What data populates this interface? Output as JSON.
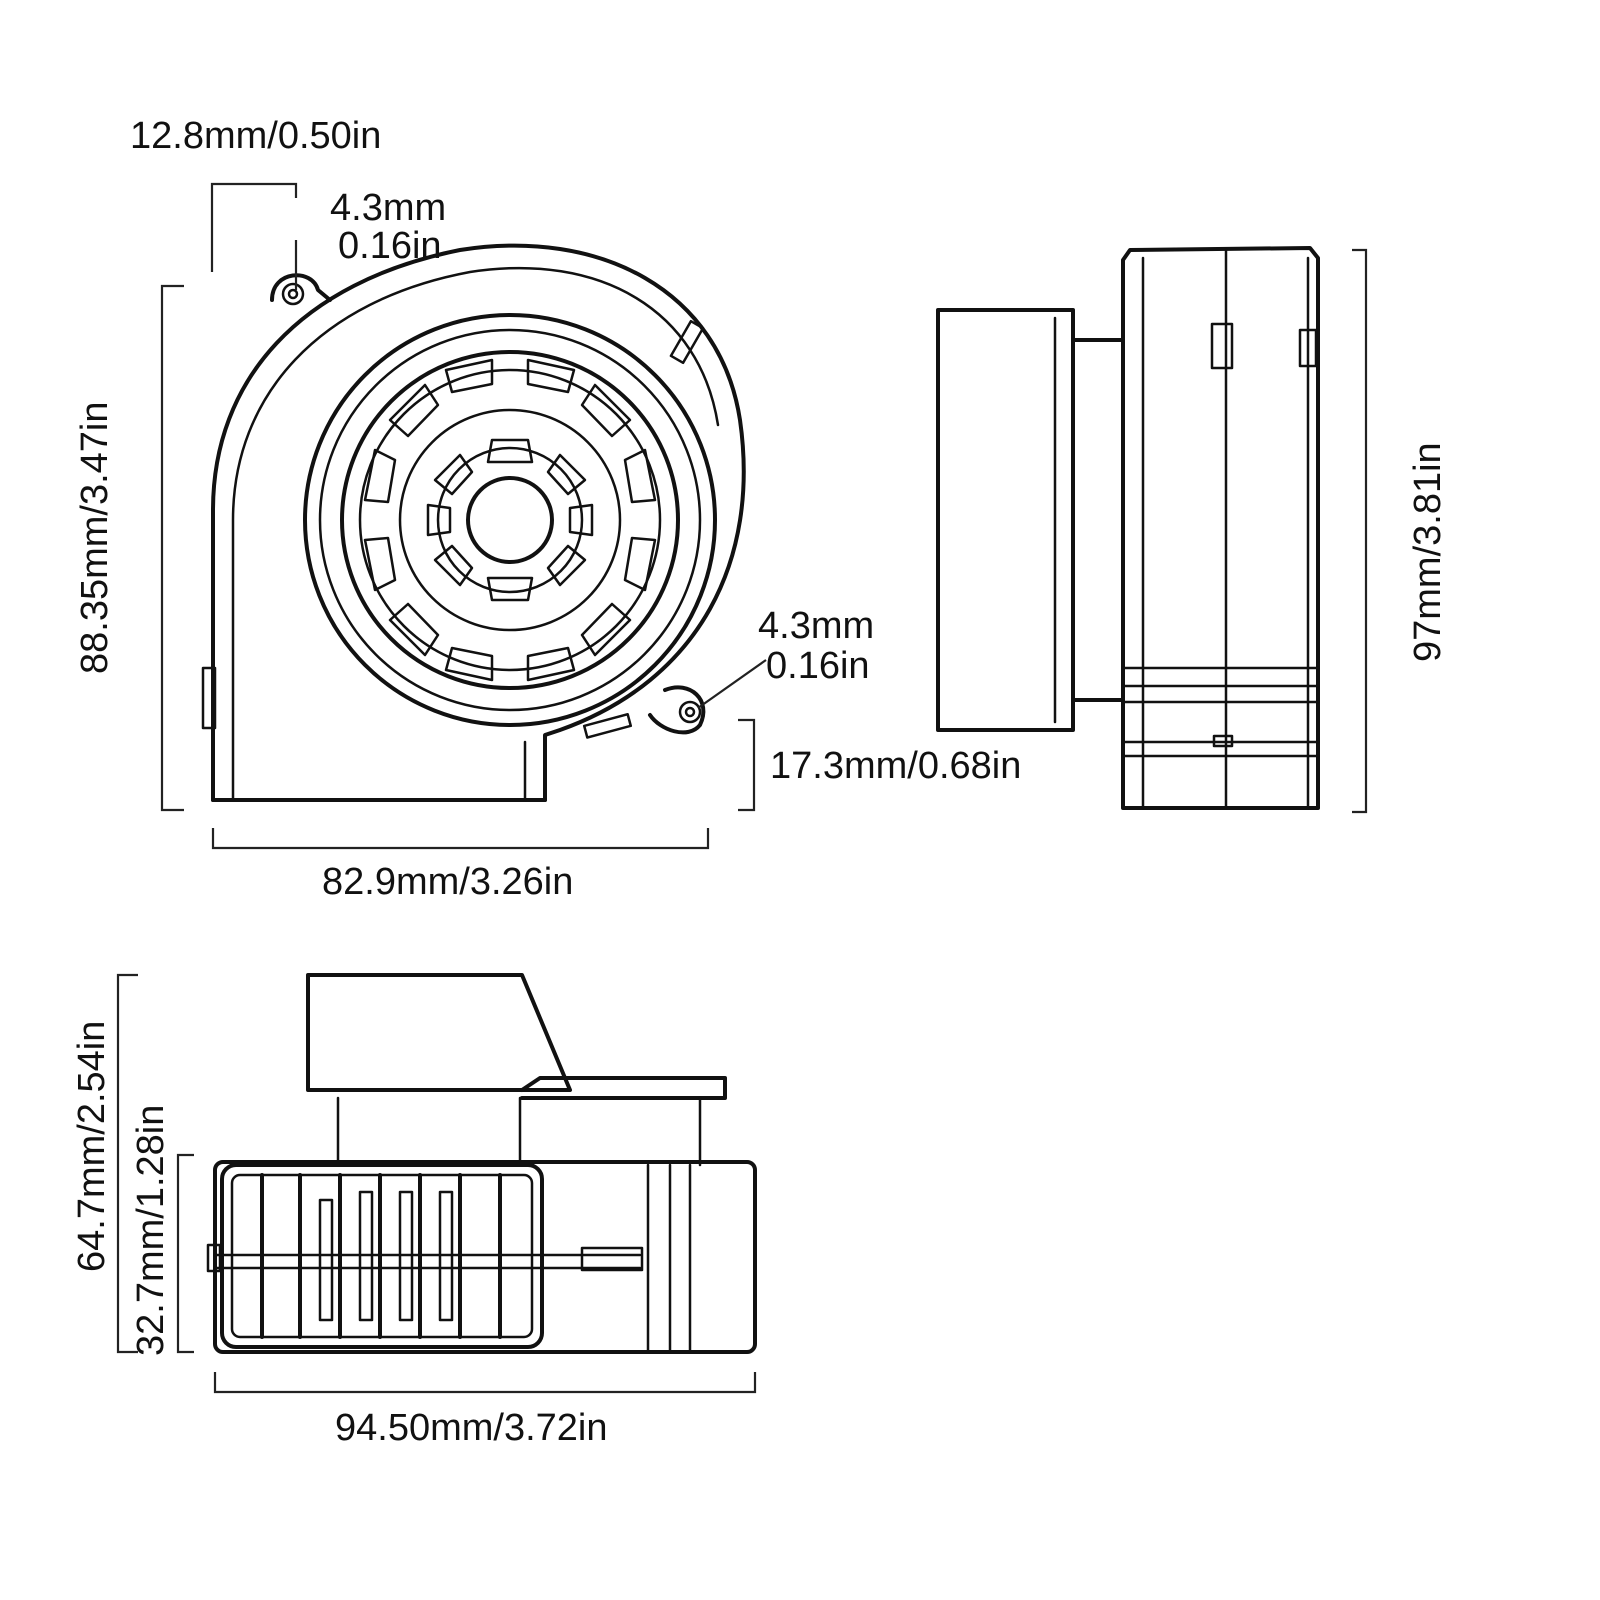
{
  "dimensions": {
    "tab_offset": "12.8mm/0.50in",
    "hole_top_mm": "4.3mm",
    "hole_top_in": "0.16in",
    "front_height": "88.35mm/3.47in",
    "front_width": "82.9mm/3.26in",
    "hole_bottom_mm": "4.3mm",
    "hole_bottom_in": "0.16in",
    "outlet_height": "17.3mm/0.68in",
    "side_height": "97mm/3.81in",
    "bottom_total_height": "64.7mm/2.54in",
    "bottom_body_height": "32.7mm/1.28in",
    "bottom_width": "94.50mm/3.72in"
  },
  "colors": {
    "line": "#111111",
    "background": "#ffffff"
  }
}
